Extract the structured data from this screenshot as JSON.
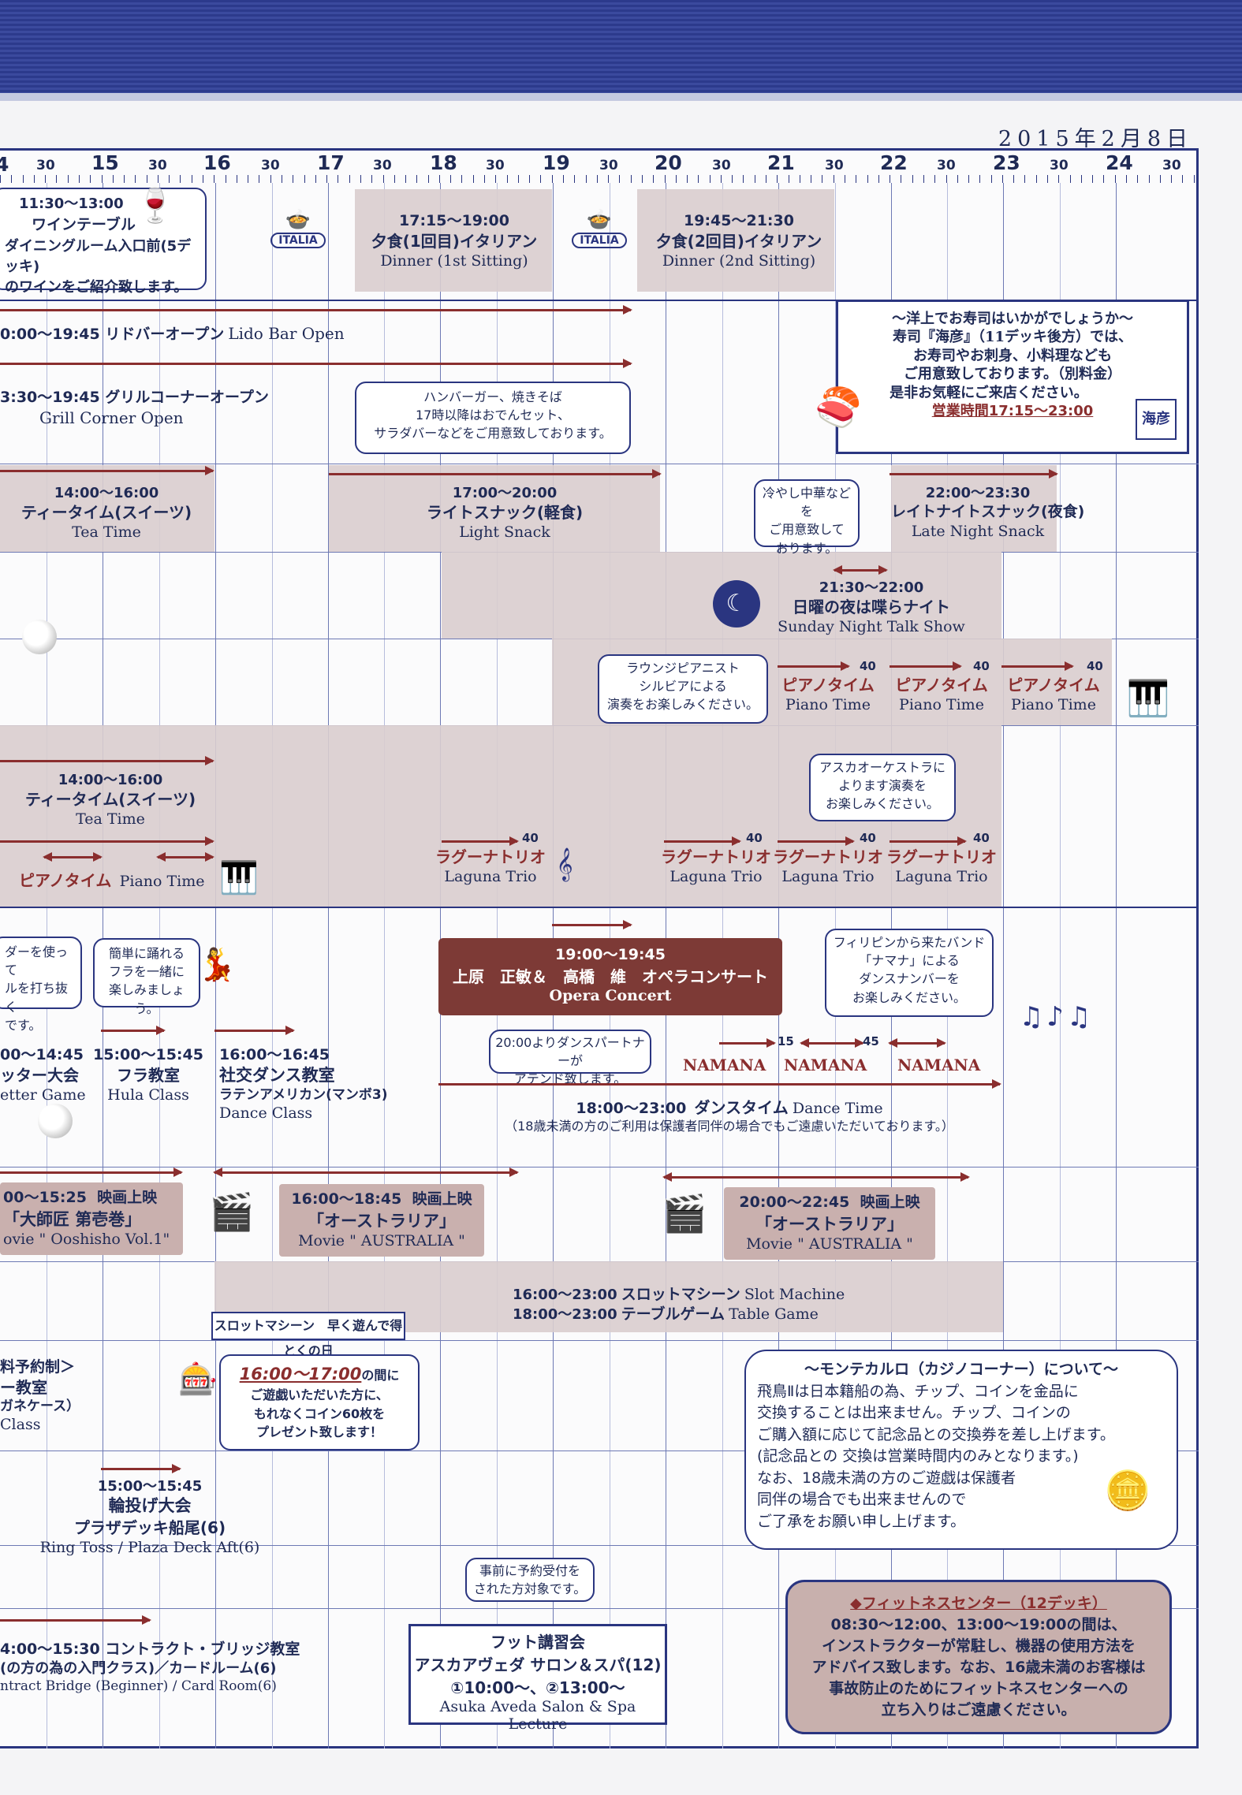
{
  "date": "2015年2月8日",
  "ruler": {
    "hours": [
      "15",
      "16",
      "17",
      "18",
      "19",
      "20",
      "21",
      "22",
      "23",
      "24"
    ],
    "half": "30",
    "left_partial": "4"
  },
  "dinner": {
    "left": {
      "time": "11:30〜13:00",
      "l1": "ワインテーブル",
      "l2": "ダイニングルーム入口前(5デッキ)",
      "l3": "のワインをご紹介致します。"
    },
    "first": {
      "time": "17:15〜19:00",
      "title": "夕食(1回目)イタリアン",
      "en": "Dinner (1st Sitting)"
    },
    "second": {
      "time": "19:45〜21:30",
      "title": "夕食(2回目)イタリアン",
      "en": "Dinner (2nd Sitting)"
    },
    "logo": "ITALIA"
  },
  "sushi": {
    "l1": "〜洋上でお寿司はいかがでしょうか〜",
    "l2": "寿司『海彦』（11デッキ後方）では、",
    "l3": "お寿司やお刺身、小料理なども",
    "l4": "ご用意致しております。（別料金）",
    "l5": "是非お気軽にご来店ください。",
    "hours": "営業時間17:15〜23:00",
    "logo": "海彦"
  },
  "lido": {
    "text": "0:00〜19:45 リドバーオープン",
    "en": "Lido Bar Open"
  },
  "grill": {
    "text": "3:30〜19:45 グリルコーナーオープン",
    "en": "Grill Corner Open"
  },
  "grill_bubble": {
    "l1": "ハンバーガー、焼きそば",
    "l2": "17時以降はおでんセット、",
    "l3": "サラダバーなどをご用意致しております。"
  },
  "tea1": {
    "time": "14:00〜16:00",
    "title": "ティータイム(スイーツ)",
    "en": "Tea Time"
  },
  "snack": {
    "time": "17:00〜20:00",
    "title": "ライトスナック(軽食)",
    "en": "Light Snack"
  },
  "chilled": {
    "l1": "冷やし中華などを",
    "l2": "ご用意致して",
    "l3": "おります。"
  },
  "late": {
    "time": "22:00〜23:30",
    "title": "レイトナイトスナック(夜食)",
    "en": "Late Night Snack"
  },
  "talk": {
    "time": "21:30〜22:00",
    "title": "日曜の夜は喋らナイト",
    "en": "Sunday Night Talk Show"
  },
  "pianist": {
    "l1": "ラウンジピアニスト",
    "l2": "シルビアによる",
    "l3": "演奏をお楽しみください。"
  },
  "piano": {
    "title": "ピアノタイム",
    "en": "Piano Time",
    "dur": "40"
  },
  "tea2": {
    "time": "14:00〜16:00",
    "title": "ティータイム(スイーツ)",
    "en": "Tea Time",
    "piano": "ピアノタイム",
    "piano_en": "Piano Time"
  },
  "orchestra": {
    "l1": "アスカオーケストラに",
    "l2": "よります演奏を",
    "l3": "お楽しみください。"
  },
  "laguna": {
    "title": "ラグーナトリオ",
    "en": "Laguna Trio",
    "dur": "40"
  },
  "darts": {
    "l1": "ダーを使って",
    "l2": "ルを打ち抜く",
    "l3": "です。"
  },
  "hula_bubble": {
    "l1": "簡単に踊れる",
    "l2": "フラを一緒に",
    "l3": "楽しみましょう。"
  },
  "opera": {
    "time": "19:00〜19:45",
    "title": "上原　正敏＆　高橋　維　オペラコンサート",
    "en": "Opera Concert"
  },
  "philippine": {
    "l1": "フィリピンから来たバンド",
    "l2": "「ナマナ」による",
    "l3": "ダンスナンバーを",
    "l4": "お楽しみください。"
  },
  "dance_partner": {
    "l1": "20:00よりダンスパートナーが",
    "l2": "アテンド致します。"
  },
  "namana": {
    "name": "NAMANA",
    "d1": "15",
    "d2": "45"
  },
  "letter": {
    "time": "00〜14:45",
    "title": "ッター大会",
    "en": "etter Game"
  },
  "hula": {
    "time": "15:00〜15:45",
    "title": "フラ教室",
    "en": "Hula Class"
  },
  "social": {
    "time": "16:00〜16:45",
    "title": "社交ダンス教室",
    "sub": "ラテンアメリカン(マンボ3)",
    "en": "Dance Class"
  },
  "dancetime": {
    "time": "18:00〜23:00",
    "title": "ダンスタイム",
    "en": "Dance Time",
    "note": "（18歳未満の方のご利用は保護者同伴の場合でもご遠慮いただいております。）"
  },
  "movie1": {
    "time": "00〜15:25",
    "label": "映画上映",
    "title": "「大師匠 第壱巻」",
    "en": "ovie \" Ooshisho Vol.1\""
  },
  "movie2": {
    "time": "16:00〜18:45",
    "label": "映画上映",
    "title": "「オーストラリア」",
    "en": "Movie \" AUSTRALIA \""
  },
  "movie3": {
    "time": "20:00〜22:45",
    "label": "映画上映",
    "title": "「オーストラリア」",
    "en": "Movie \" AUSTRALIA \""
  },
  "slot": {
    "l1": "16:00〜23:00",
    "l1t": "スロットマシーン",
    "l1e": "Slot Machine",
    "l2": "18:00〜23:00",
    "l2t": "テーブルゲーム",
    "l2e": "Table Game"
  },
  "slot_promo": {
    "head": "スロットマシーン　早く遊んで得とくの日",
    "l1": "16:00〜17:00",
    "l1b": "の間に",
    "l2": "ご遊戯いただいた方に、",
    "l3": "もれなくコイン60枚を",
    "l4": "プレゼント致します！"
  },
  "monte": {
    "title": "〜モンテカルロ（カジノコーナー）について〜",
    "l1": "飛鳥Ⅱは日本籍船の為、チップ、コインを金品に",
    "l2": "交換することは出来ません。チップ、コインの",
    "l3": "ご購入額に応じて記念品との交換券を差し上げます。",
    "l4": "(記念品との 交換は営業時間内のみとなります。)",
    "l5": "なお、18歳未満の方のご遊戯は保護者",
    "l6": "同伴の場合でも出来ませんので",
    "l7": "ご了承をお願い申し上げます。"
  },
  "origami": {
    "l1": "料予約制＞",
    "l2": "ー教室",
    "l3": "ガネケース）",
    "l4": "Class"
  },
  "ringtoss": {
    "time": "15:00〜15:45",
    "title": "輪投げ大会",
    "sub": "プラザデッキ船尾(6)",
    "en": "Ring Toss / Plaza Deck Aft(6)"
  },
  "advance": {
    "l1": "事前に予約受付を",
    "l2": "された方対象です。"
  },
  "foot": {
    "l1": "フット講習会",
    "l2": "アスカアヴェダ サロン＆スパ(12)",
    "l3": "①10:00〜、②13:00〜",
    "l4": "Asuka Aveda Salon & Spa Lecture"
  },
  "bridge": {
    "l1": "4:00〜15:30 コントラクト・ブリッジ教室",
    "l2": "(の方の為の入門クラス)／カードルーム(6)",
    "l3": "ntract Bridge (Beginner) / Card Room(6)"
  },
  "fitness": {
    "title": "◆フィットネスセンター（12デッキ）",
    "l1": "08:30〜12:00、13:00〜19:00の間は、",
    "l2": "インストラクターが常駐し、機器の使用方法を",
    "l3": "アドバイス致します。なお、16歳未満のお客様は",
    "l4": "事故防止のためにフィットネスセンターへの",
    "l5": "立ち入りはご遠慮ください。"
  },
  "colors": {
    "navy": "#2a3580",
    "maroon": "#8a2e2e",
    "pink": "#d9cdce"
  }
}
